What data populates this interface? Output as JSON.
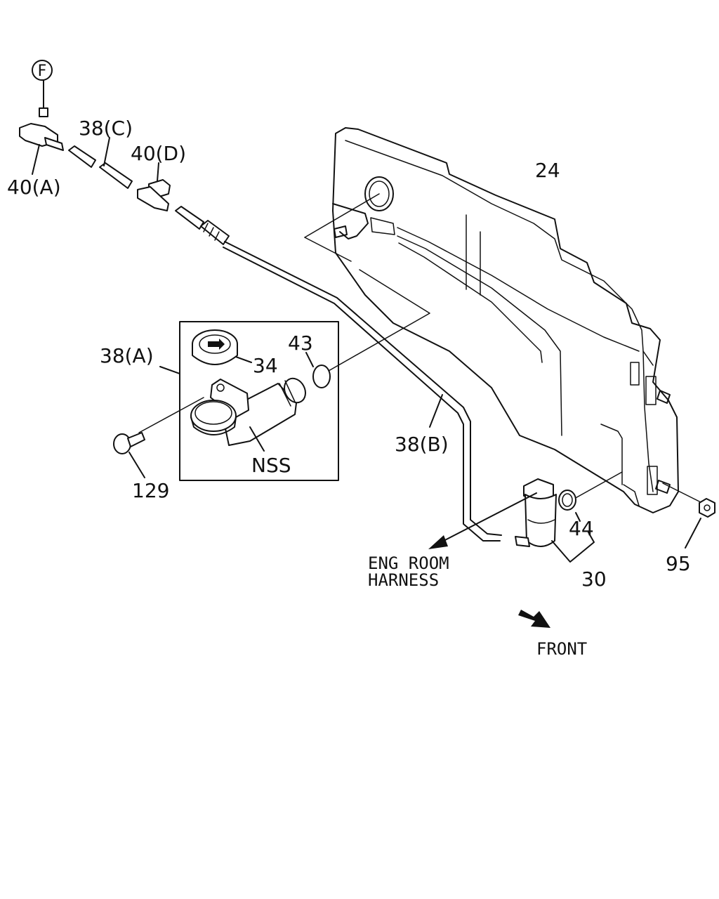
{
  "labels": {
    "ref_f": "F",
    "p40a": "40(A)",
    "p38c": "38(C)",
    "p40d": "40(D)",
    "p24": "24",
    "p38a": "38(A)",
    "p34": "34",
    "p43": "43",
    "p129": "129",
    "nss": "NSS",
    "p38b": "38(B)",
    "p44": "44",
    "p30": "30",
    "p95": "95",
    "eng_room_1": "ENG ROOM",
    "eng_room_2": "HARNESS",
    "front": "FRONT"
  }
}
